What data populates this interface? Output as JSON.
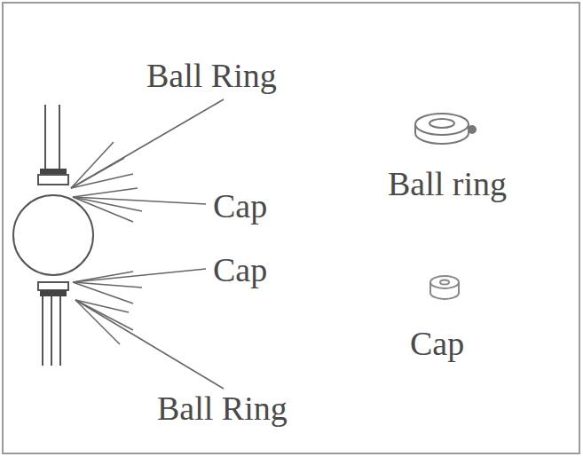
{
  "diagram": {
    "labels": [
      "Ball Ring",
      "Cap",
      "Cap",
      "Ball Ring",
      "Ball ring",
      "Cap"
    ]
  }
}
